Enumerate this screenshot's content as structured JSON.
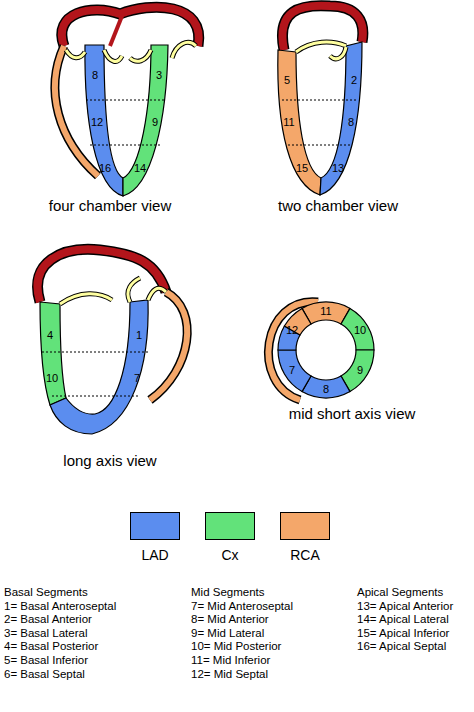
{
  "diagram": {
    "labels": [
      "8",
      "3",
      "12",
      "9",
      "16",
      "14",
      "four chamber view",
      "5",
      "2",
      "11",
      "8",
      "15",
      "13",
      "two chamber view",
      "4",
      "1",
      "10",
      "7",
      "long axis view",
      "11",
      "12",
      "10",
      "7",
      "9",
      "8",
      "mid short axis view",
      "Basal Segments",
      "1= Basal Anteroseptal",
      "2= Basal Anterior",
      "3= Basal Lateral",
      "4= Basal Posterior",
      "5= Basal Inferior",
      "6= Basal Septal",
      "Mid Segments",
      "7= Mid Anteroseptal",
      "8= Mid Anterior",
      "9= Mid Lateral",
      "10= Mid Posterior",
      "11= Mid Inferior",
      "12= Mid Septal",
      "Apical Segments",
      "13= Apical Anterior",
      "14= Apical Lateral",
      "15= Apical Inferior",
      "16= Apical Septal"
    ],
    "legend": [
      {
        "text": "LAD",
        "color": "#5b8def"
      },
      {
        "text": "Cx",
        "color": "#62e27a"
      },
      {
        "text": "RCA",
        "color": "#f4a76a"
      }
    ]
  }
}
